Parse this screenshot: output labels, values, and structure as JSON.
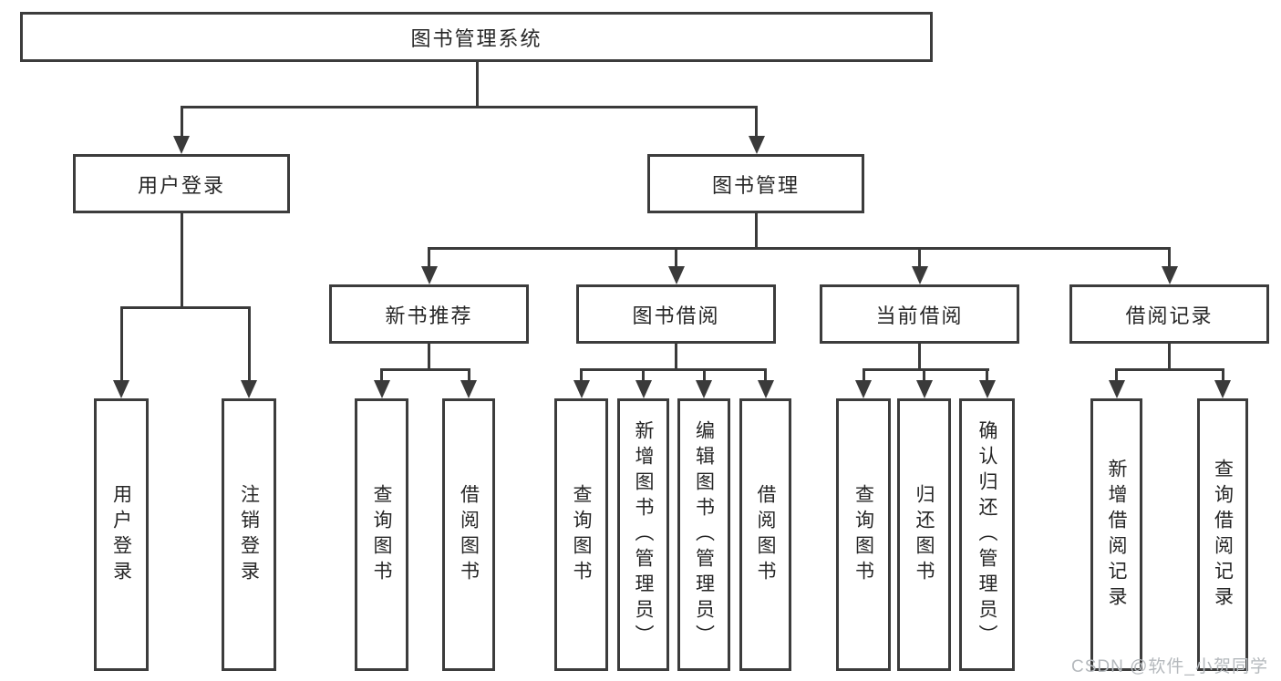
{
  "diagram": {
    "type": "hierarchy-tree",
    "tree": {
      "root": {
        "label": "图书管理系统"
      },
      "branches": [
        {
          "label": "用户登录",
          "children": [
            {
              "label": "用户登录"
            },
            {
              "label": "注销登录"
            }
          ]
        },
        {
          "label": "图书管理",
          "children": [
            {
              "label": "新书推荐",
              "children": [
                {
                  "label": "查询图书"
                },
                {
                  "label": "借阅图书"
                }
              ]
            },
            {
              "label": "图书借阅",
              "children": [
                {
                  "label": "查询图书"
                },
                {
                  "label": "新增图书（管理员）"
                },
                {
                  "label": "编辑图书（管理员）"
                },
                {
                  "label": "借阅图书"
                }
              ]
            },
            {
              "label": "当前借阅",
              "children": [
                {
                  "label": "查询图书"
                },
                {
                  "label": "归还图书"
                },
                {
                  "label": "确认归还（管理员）"
                }
              ]
            },
            {
              "label": "借阅记录",
              "children": [
                {
                  "label": "新增借阅记录"
                },
                {
                  "label": "查询借阅记录"
                }
              ]
            }
          ]
        }
      ]
    }
  },
  "watermark": {
    "text": "CSDN @软件_小贺同学"
  },
  "colors": {
    "background": "#ffffff",
    "line": "#3a3a3a",
    "box_border": "#3c3c3c",
    "text": "#262626",
    "watermark": "#b5b9bd"
  }
}
